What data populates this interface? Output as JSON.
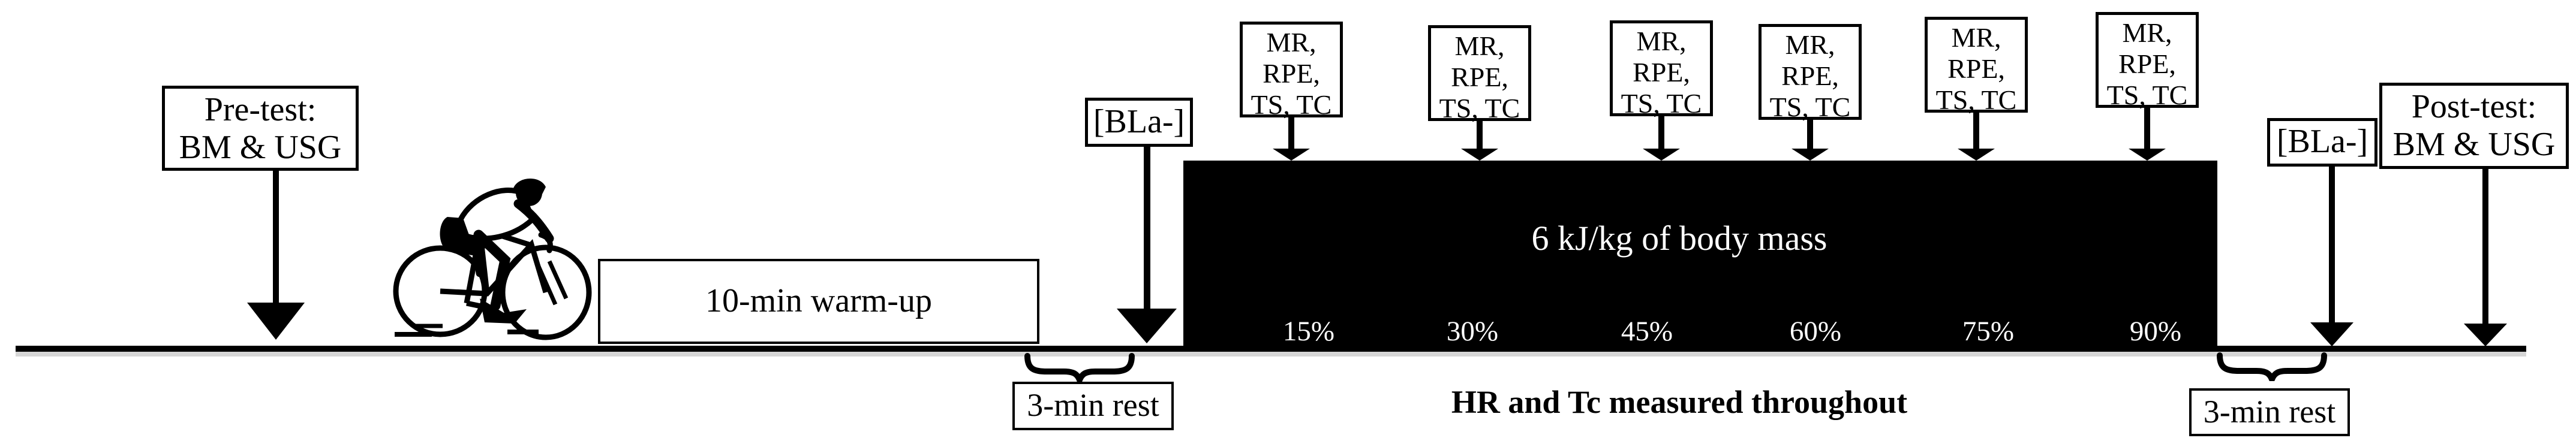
{
  "figure": {
    "pre_test": {
      "line1": "Pre-test:",
      "line2": "BM & USG"
    },
    "post_test": {
      "line1": "Post-test:",
      "line2": "BM & USG"
    },
    "warm_up": {
      "label": "10-min warm-up"
    },
    "bla_left": {
      "label": "[BLa-]"
    },
    "bla_right": {
      "label": "[BLa-]"
    },
    "rest_left": {
      "label": "3-min rest"
    },
    "rest_right": {
      "label": "3-min rest"
    },
    "trial_block": {
      "label": "6 kJ/kg of body mass"
    },
    "footnote": {
      "label": "HR and Tc measured throughout"
    },
    "measurements": {
      "box_lines": [
        "MR,",
        "RPE,",
        "TS, TC"
      ],
      "percents": [
        "15%",
        "30%",
        "45%",
        "60%",
        "75%",
        "90%"
      ]
    },
    "icons": {
      "cyclist": "cyclist-illustration",
      "brace": "curly-brace-under"
    },
    "colors": {
      "block_bg": "#000000",
      "block_text": "#ffffff",
      "line": "#000000",
      "line_shadow": "#d6d6d6"
    }
  }
}
